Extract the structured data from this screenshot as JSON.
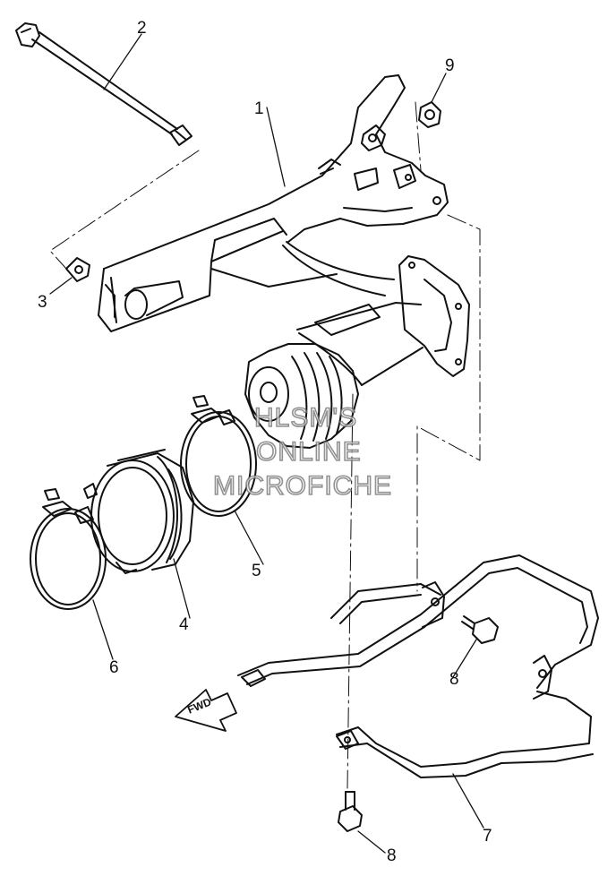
{
  "parts": [
    {
      "number": "1",
      "icon": "swingarm-icon"
    },
    {
      "number": "2",
      "icon": "pivot-shaft-icon"
    },
    {
      "number": "3",
      "icon": "washer-icon"
    },
    {
      "number": "4",
      "icon": "boot-icon"
    },
    {
      "number": "5",
      "icon": "band-clamp-icon"
    },
    {
      "number": "6",
      "icon": "band-clamp-icon"
    },
    {
      "number": "7",
      "icon": "bracket-icon"
    },
    {
      "number": "8",
      "icon": "bolt-icon"
    },
    {
      "number": "9",
      "icon": "nut-icon"
    }
  ],
  "callouts": {
    "c1": "1",
    "c2": "2",
    "c3": "3",
    "c4": "4",
    "c5": "5",
    "c6": "6",
    "c7": "7",
    "c8a": "8",
    "c8b": "8",
    "c9": "9"
  },
  "watermark": {
    "line1": "HLSM'S",
    "line2": "ONLINE",
    "line3": "MICROFICHE"
  },
  "direction_marker": "FWD",
  "colors": {
    "line": "#111111",
    "background": "#ffffff",
    "watermark_outline": "#777777"
  }
}
